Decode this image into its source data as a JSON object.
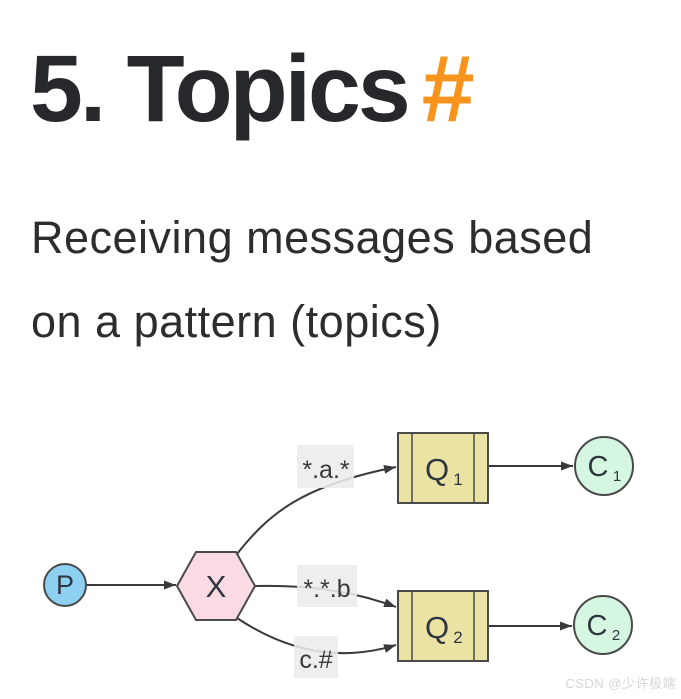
{
  "header": {
    "number_title": "5. Topics",
    "anchor": "#",
    "colors": {
      "title": "#26282b",
      "anchor": "#f7941d"
    }
  },
  "subtitle": {
    "line1": "Receiving messages based",
    "line2": "on a pattern (topics)"
  },
  "diagram": {
    "producer": {
      "label": "P",
      "fill": "#8ed0f2"
    },
    "exchange": {
      "label": "X",
      "fill": "#fadbe3"
    },
    "bindings": [
      {
        "pattern": "*.a.*"
      },
      {
        "pattern": "*.*.b"
      },
      {
        "pattern": "c.#"
      }
    ],
    "queues": [
      {
        "label": "Q",
        "sub": "1",
        "fill": "#eae3a3"
      },
      {
        "label": "Q",
        "sub": "2",
        "fill": "#eae3a3"
      }
    ],
    "consumers": [
      {
        "label": "C",
        "sub": "1",
        "fill": "#d5f6e0"
      },
      {
        "label": "C",
        "sub": "2",
        "fill": "#d5f6e0"
      }
    ],
    "label_bg": "#ececec",
    "line_color": "#3a3a3a"
  },
  "watermark": "CSDN @少许极端"
}
